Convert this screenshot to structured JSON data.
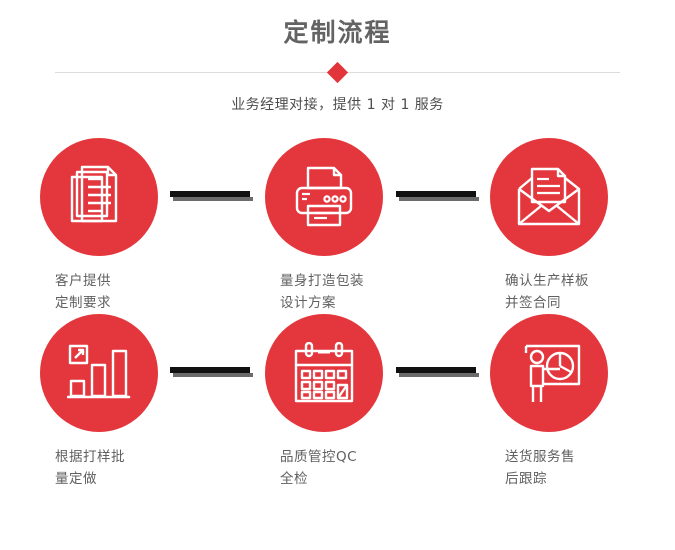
{
  "header": {
    "title": "定制流程",
    "subtitle": "业务经理对接，提供 1 对 1 服务",
    "divider_icon": "diamond-icon",
    "accent_color": "#e4373d",
    "title_color": "#636363",
    "divider_color": "#dcdcdc"
  },
  "flow": {
    "steps": [
      {
        "index": "1",
        "icon": "documents-stack-icon",
        "caption_line1": "客户提供",
        "caption_line2": "定制要求"
      },
      {
        "index": "2",
        "icon": "printer-icon",
        "caption_line1": "量身打造包装",
        "caption_line2": "设计方案"
      },
      {
        "index": "3",
        "icon": "envelope-letter-icon",
        "caption_line1": "确认生产样板",
        "caption_line2": "并签合同"
      },
      {
        "index": "4",
        "icon": "bar-chart-growth-icon",
        "caption_line1": "根据打样批",
        "caption_line2": "量定做"
      },
      {
        "index": "5",
        "icon": "calendar-icon",
        "caption_line1": "品质管控QC",
        "caption_line2": "全检"
      },
      {
        "index": "6",
        "icon": "presenter-pie-chart-icon",
        "caption_line1": "送货服务售",
        "caption_line2": "后跟踪"
      }
    ],
    "connector_color": "#111111",
    "connector_shadow_color": "#6b6b6b"
  }
}
